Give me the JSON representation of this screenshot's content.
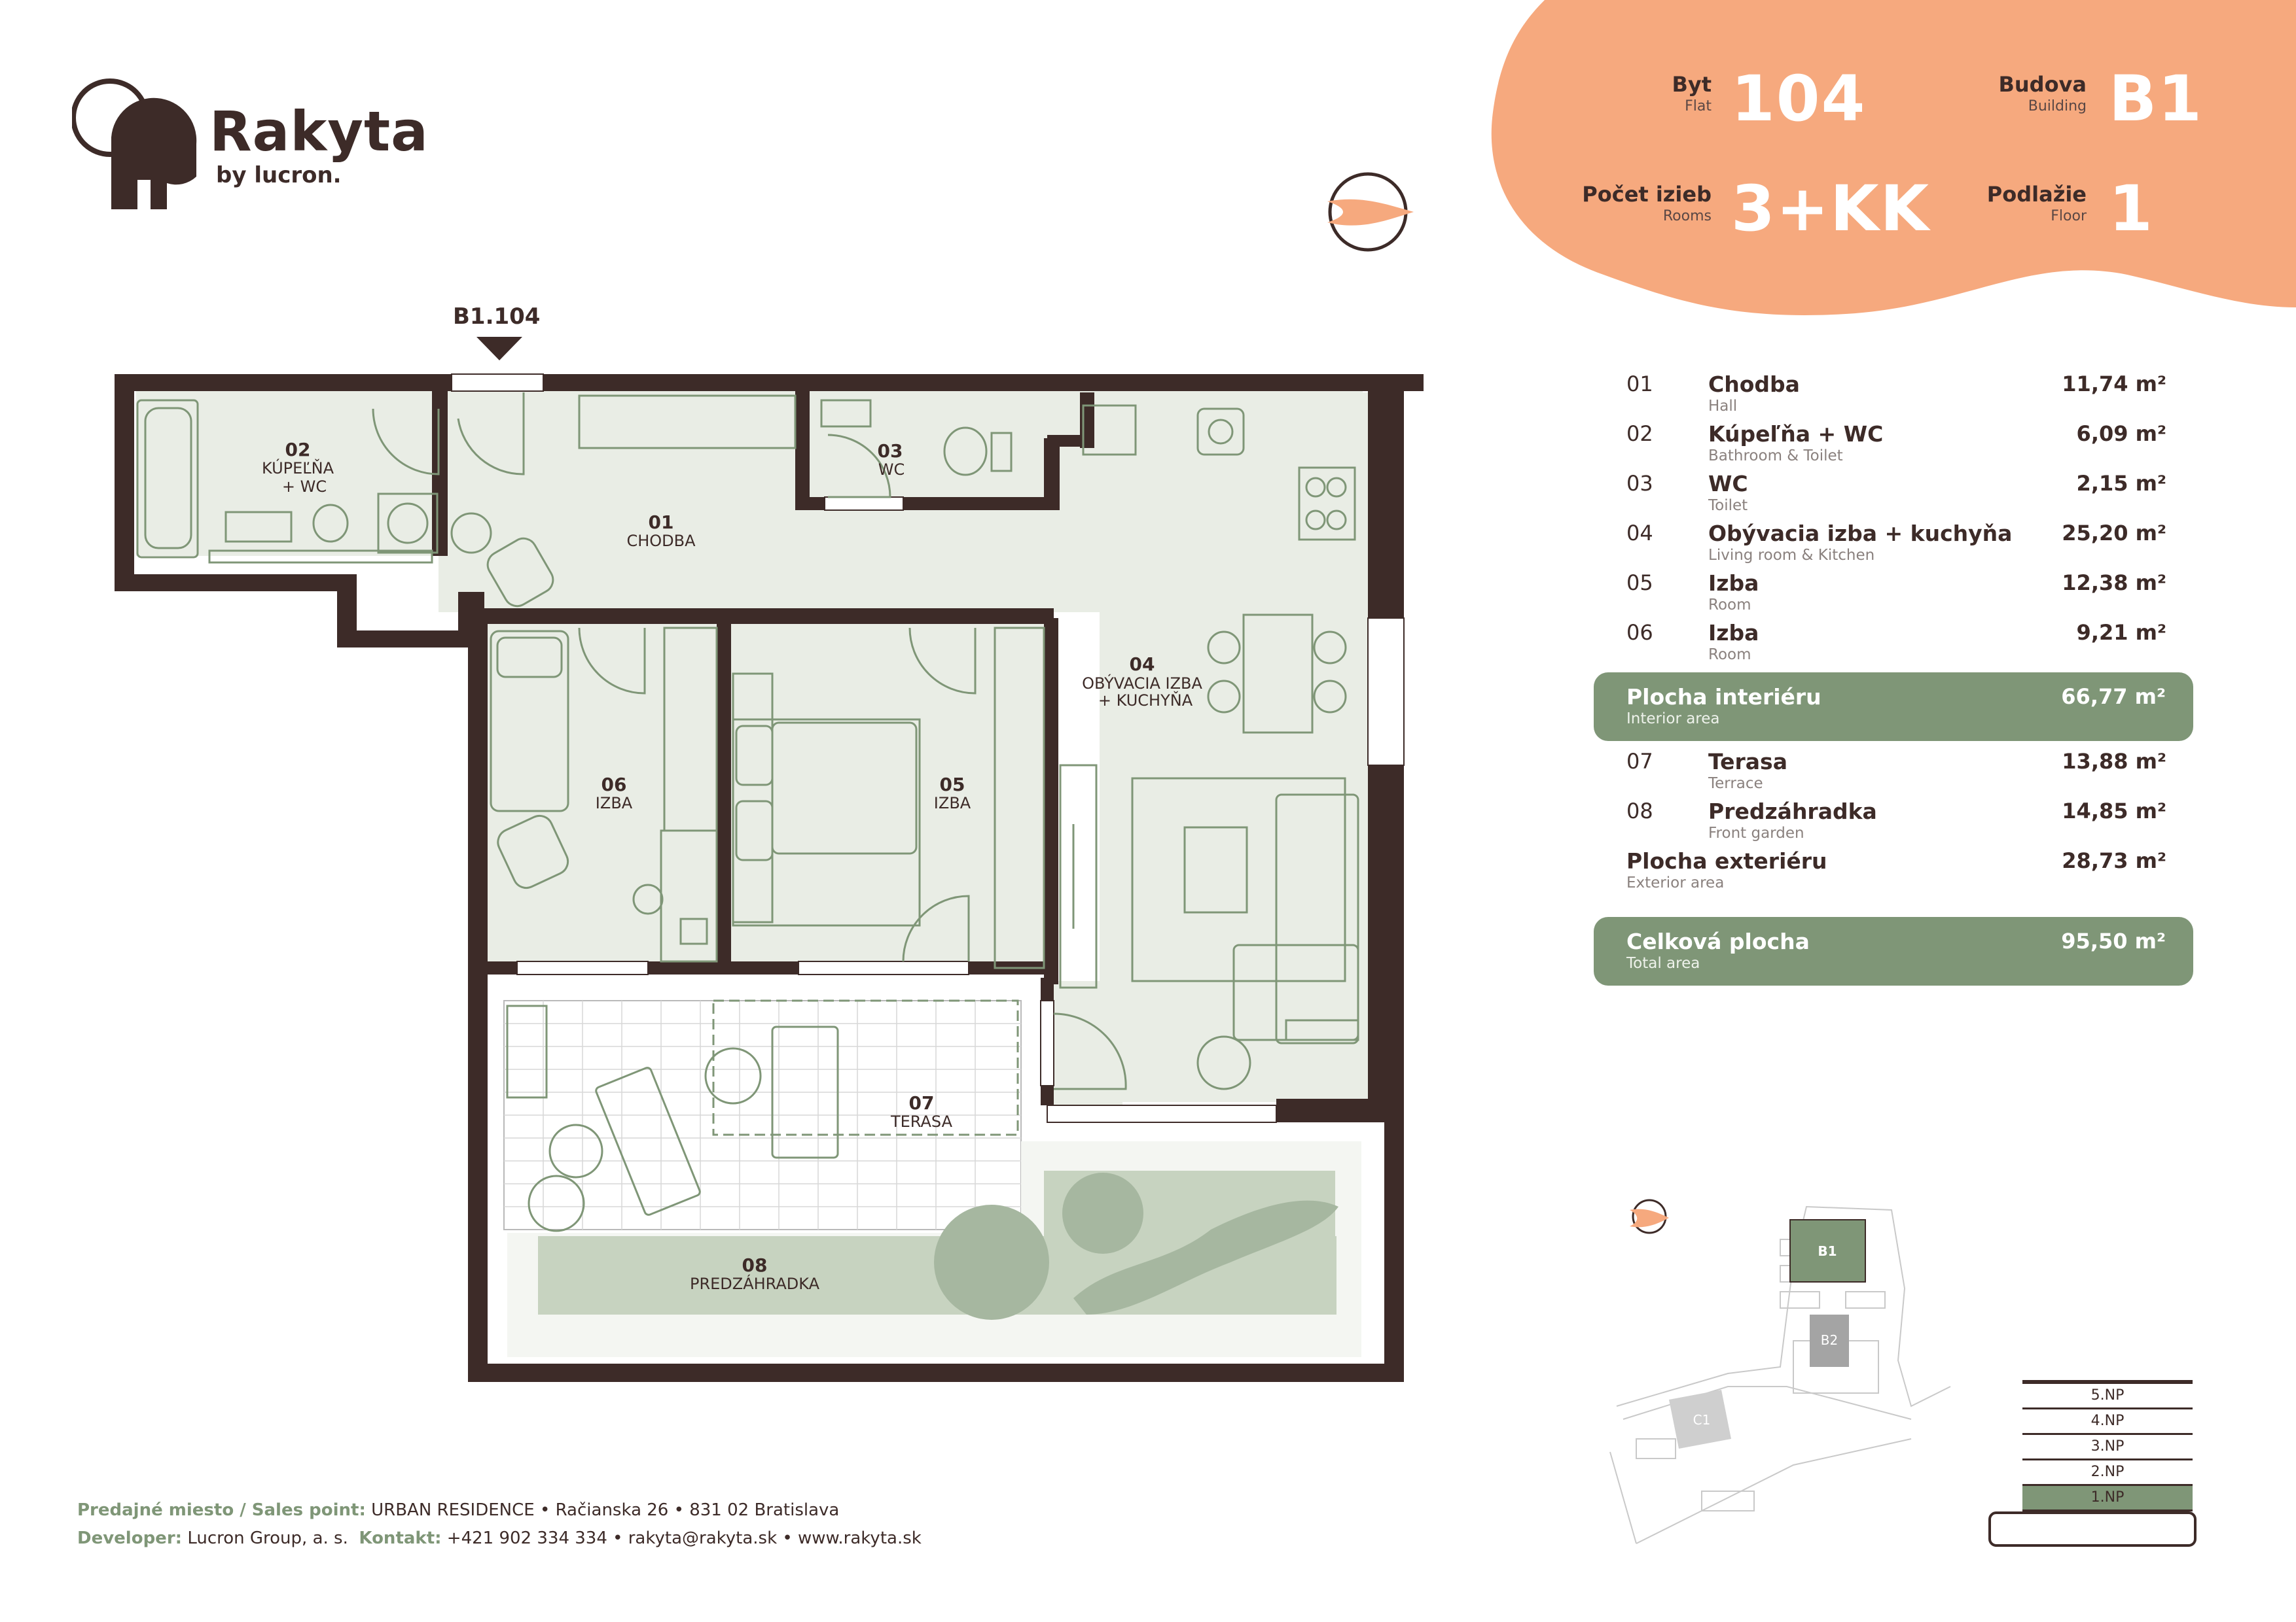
{
  "brand": {
    "name": "Rakyta",
    "tagline": "by lucron."
  },
  "header": {
    "flat_label": "Byt",
    "flat_sub": "Flat",
    "flat_value": "104",
    "building_label": "Budova",
    "building_sub": "Building",
    "building_value": "B1",
    "rooms_label": "Počet izieb",
    "rooms_sub": "Rooms",
    "rooms_value": "3+KK",
    "floor_label": "Podlažie",
    "floor_sub": "Floor",
    "floor_value": "1"
  },
  "plan": {
    "entry_label": "B1.104",
    "rooms": [
      {
        "num": "01",
        "name": "CHODBA"
      },
      {
        "num": "02",
        "name": "KÚPEĽŇA",
        "name2": "+ WC"
      },
      {
        "num": "03",
        "name": "WC"
      },
      {
        "num": "04",
        "name": "OBÝVACIA IZBA",
        "name2": "+ KUCHYŇA"
      },
      {
        "num": "05",
        "name": "IZBA"
      },
      {
        "num": "06",
        "name": "IZBA"
      },
      {
        "num": "07",
        "name": "TERASA"
      },
      {
        "num": "08",
        "name": "PREDZÁHRADKA"
      }
    ]
  },
  "rooms": [
    {
      "num": "01",
      "name": "Chodba",
      "sub": "Hall",
      "area": "11,74 m²"
    },
    {
      "num": "02",
      "name": "Kúpeľňa + WC",
      "sub": "Bathroom & Toilet",
      "area": "6,09 m²"
    },
    {
      "num": "03",
      "name": "WC",
      "sub": "Toilet",
      "area": "2,15 m²"
    },
    {
      "num": "04",
      "name": "Obývacia izba + kuchyňa",
      "sub": "Living room & Kitchen",
      "area": "25,20 m²"
    },
    {
      "num": "05",
      "name": "Izba",
      "sub": "Room",
      "area": "12,38 m²"
    },
    {
      "num": "06",
      "name": "Izba",
      "sub": "Room",
      "area": "9,21 m²"
    }
  ],
  "interior": {
    "name": "Plocha interiéru",
    "sub": "Interior area",
    "area": "66,77 m²"
  },
  "exterior_rooms": [
    {
      "num": "07",
      "name": "Terasa",
      "sub": "Terrace",
      "area": "13,88 m²"
    },
    {
      "num": "08",
      "name": "Predzáhradka",
      "sub": "Front garden",
      "area": "14,85 m²"
    }
  ],
  "exterior": {
    "name": "Plocha exteriéru",
    "sub": "Exterior area",
    "area": "28,73 m²"
  },
  "total": {
    "name": "Celková plocha",
    "sub": "Total area",
    "area": "95,50 m²"
  },
  "site": {
    "buildings": [
      "B1",
      "B2",
      "C1"
    ]
  },
  "floors": [
    "5.NP",
    "4.NP",
    "3.NP",
    "2.NP",
    "1.NP"
  ],
  "footer": {
    "sales_label": "Predajné miesto / Sales point:",
    "sales_value": "URBAN RESIDENCE • Račianska 26 • 831 02 Bratislava",
    "dev_label": "Developer:",
    "dev_value": "Lucron Group, a. s.",
    "contact_label": "Kontakt:",
    "contact_value": "+421 902 334 334  • rakyta@rakyta.sk  • www.rakyta.sk"
  },
  "colors": {
    "accent": "#f6a97e",
    "green": "#7f9677",
    "brown": "#3d2b28",
    "floor_fill": "#e9ede5"
  }
}
